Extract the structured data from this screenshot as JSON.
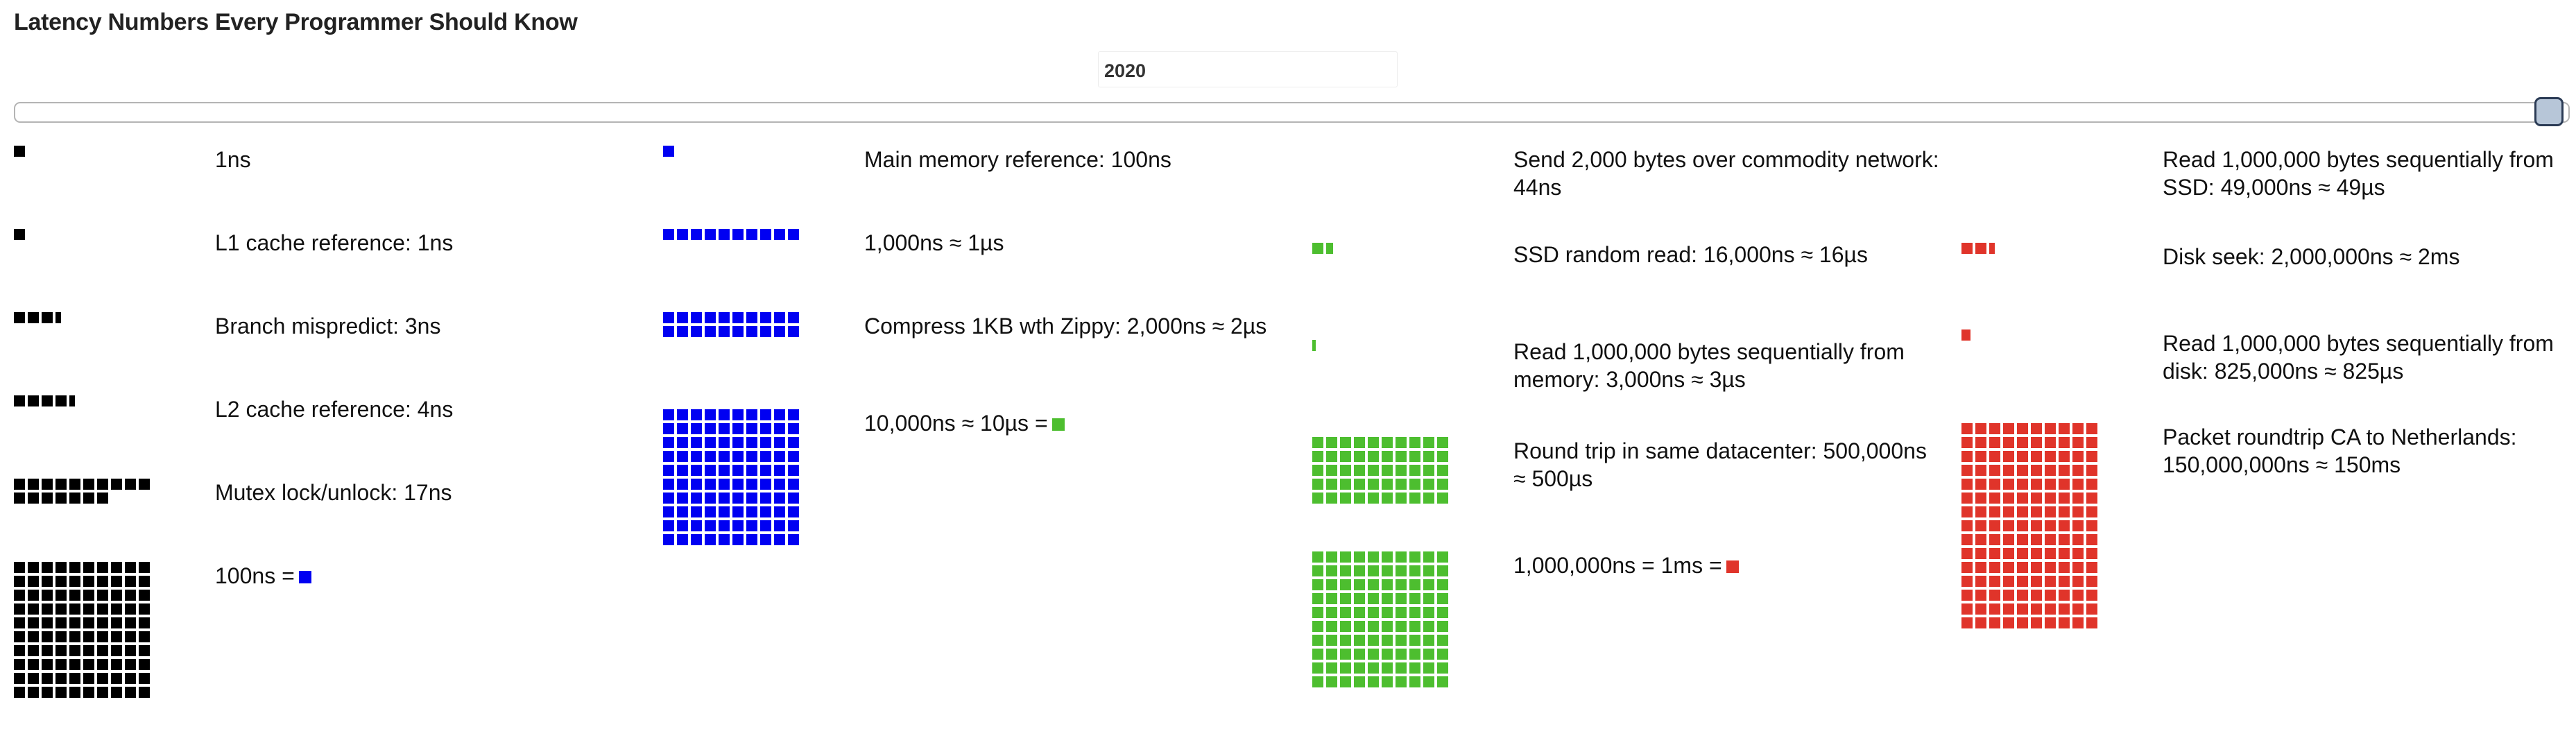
{
  "title": "Latency Numbers Every Programmer Should Know",
  "year_selector": {
    "value": "2020",
    "slider_value": 2020
  },
  "colors": {
    "ns": "#000000",
    "hundred_ns": "#0000f2",
    "ten_us": "#4dbe2f",
    "one_ms": "#e0342a"
  },
  "columns": [
    {
      "id": "col-1",
      "items": [
        {
          "id": "1ns",
          "label": "1ns",
          "color": "#000000",
          "count": 1
        },
        {
          "id": "l1-cache",
          "label": "L1 cache reference: 1ns",
          "color": "#000000",
          "count": 1
        },
        {
          "id": "branch-mispredict",
          "label": "Branch mispredict: 3ns",
          "color": "#000000",
          "count": 3.5
        },
        {
          "id": "l2-cache",
          "label": "L2 cache reference: 4ns",
          "color": "#000000",
          "count": 4.5
        },
        {
          "id": "mutex",
          "label": "Mutex lock/unlock: 17ns",
          "color": "#000000",
          "count": 17
        },
        {
          "id": "100ns-eq",
          "label": "100ns =",
          "color": "#000000",
          "count": 100,
          "equals_color": "#0000f2"
        }
      ]
    },
    {
      "id": "col-2",
      "items": [
        {
          "id": "main-memory",
          "label": "Main memory reference: 100ns",
          "color": "#0000f2",
          "count": 1
        },
        {
          "id": "1us",
          "label": "1,000ns ≈ 1µs",
          "color": "#0000f2",
          "count": 10
        },
        {
          "id": "zippy",
          "label": "Compress 1KB wth Zippy: 2,000ns ≈ 2µs",
          "color": "#0000f2",
          "count": 20
        },
        {
          "id": "10us-eq",
          "label": "10,000ns ≈ 10µs =",
          "color": "#0000f2",
          "count": 100,
          "equals_color": "#4dbe2f"
        }
      ]
    },
    {
      "id": "col-3",
      "items": [
        {
          "id": "send-2kb",
          "label": "Send 2,000 bytes over commodity network: 44ns",
          "color": "#4dbe2f",
          "count": 0
        },
        {
          "id": "ssd-random",
          "label": "SSD random read: 16,000ns ≈ 16µs",
          "color": "#4dbe2f",
          "count": 1.6
        },
        {
          "id": "read-1mb-memory",
          "label": "Read 1,000,000 bytes sequentially from memory: 3,000ns ≈ 3µs",
          "color": "#4dbe2f",
          "count": 0.3
        },
        {
          "id": "round-trip-dc",
          "label": "Round trip in same datacenter: 500,000ns ≈ 500µs",
          "color": "#4dbe2f",
          "count": 50
        },
        {
          "id": "1ms-eq",
          "label": "1,000,000ns = 1ms =",
          "color": "#4dbe2f",
          "count": 100,
          "equals_color": "#e0342a"
        }
      ]
    },
    {
      "id": "col-4",
      "items": [
        {
          "id": "read-1mb-ssd",
          "label": "Read 1,000,000 bytes sequentially from SSD: 49,000ns ≈ 49µs",
          "color": "#e0342a",
          "count": 0
        },
        {
          "id": "disk-seek",
          "label": "Disk seek: 2,000,000ns ≈ 2ms",
          "color": "#e0342a",
          "count": 2.5
        },
        {
          "id": "read-1mb-disk",
          "label": "Read 1,000,000 bytes sequentially from disk: 825,000ns ≈ 825µs",
          "color": "#e0342a",
          "count": 0.825
        },
        {
          "id": "packet-roundtrip",
          "label": "Packet roundtrip CA to Netherlands: 150,000,000ns ≈ 150ms",
          "color": "#e0342a",
          "count": 150
        }
      ]
    }
  ]
}
